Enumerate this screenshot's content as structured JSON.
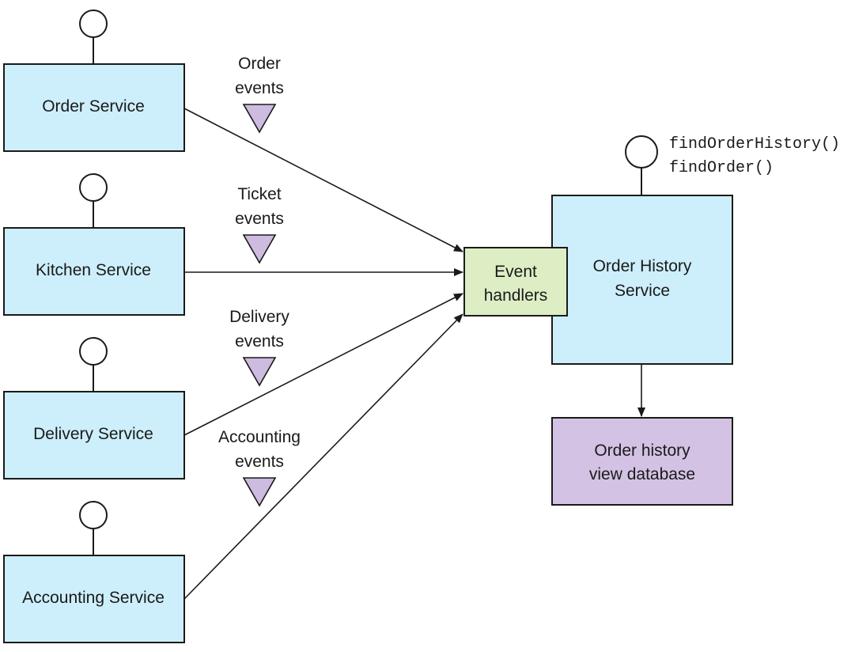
{
  "colors": {
    "service_fill": "#cdeefb",
    "handler_fill": "#ddeec5",
    "database_fill": "#d3c2e3",
    "event_marker_fill": "#cdbbe0",
    "stroke": "#1a1a1a"
  },
  "services": [
    {
      "id": "order",
      "label": "Order Service",
      "event_label": [
        "Order",
        "events"
      ]
    },
    {
      "id": "kitchen",
      "label": "Kitchen Service",
      "event_label": [
        "Ticket",
        "events"
      ]
    },
    {
      "id": "delivery",
      "label": "Delivery Service",
      "event_label": [
        "Delivery",
        "events"
      ]
    },
    {
      "id": "accounting",
      "label": "Accounting Service",
      "event_label": [
        "Accounting",
        "events"
      ]
    }
  ],
  "event_handlers": {
    "label": [
      "Event",
      "handlers"
    ]
  },
  "order_history_service": {
    "label": [
      "Order History",
      "Service"
    ],
    "operations": [
      "findOrderHistory()",
      "findOrder()"
    ]
  },
  "view_database": {
    "label": [
      "Order history",
      "view database"
    ]
  },
  "icons": {
    "interface": "interface-lollipop-icon",
    "event_marker": "event-triangle-icon",
    "arrow": "arrowhead-icon"
  }
}
